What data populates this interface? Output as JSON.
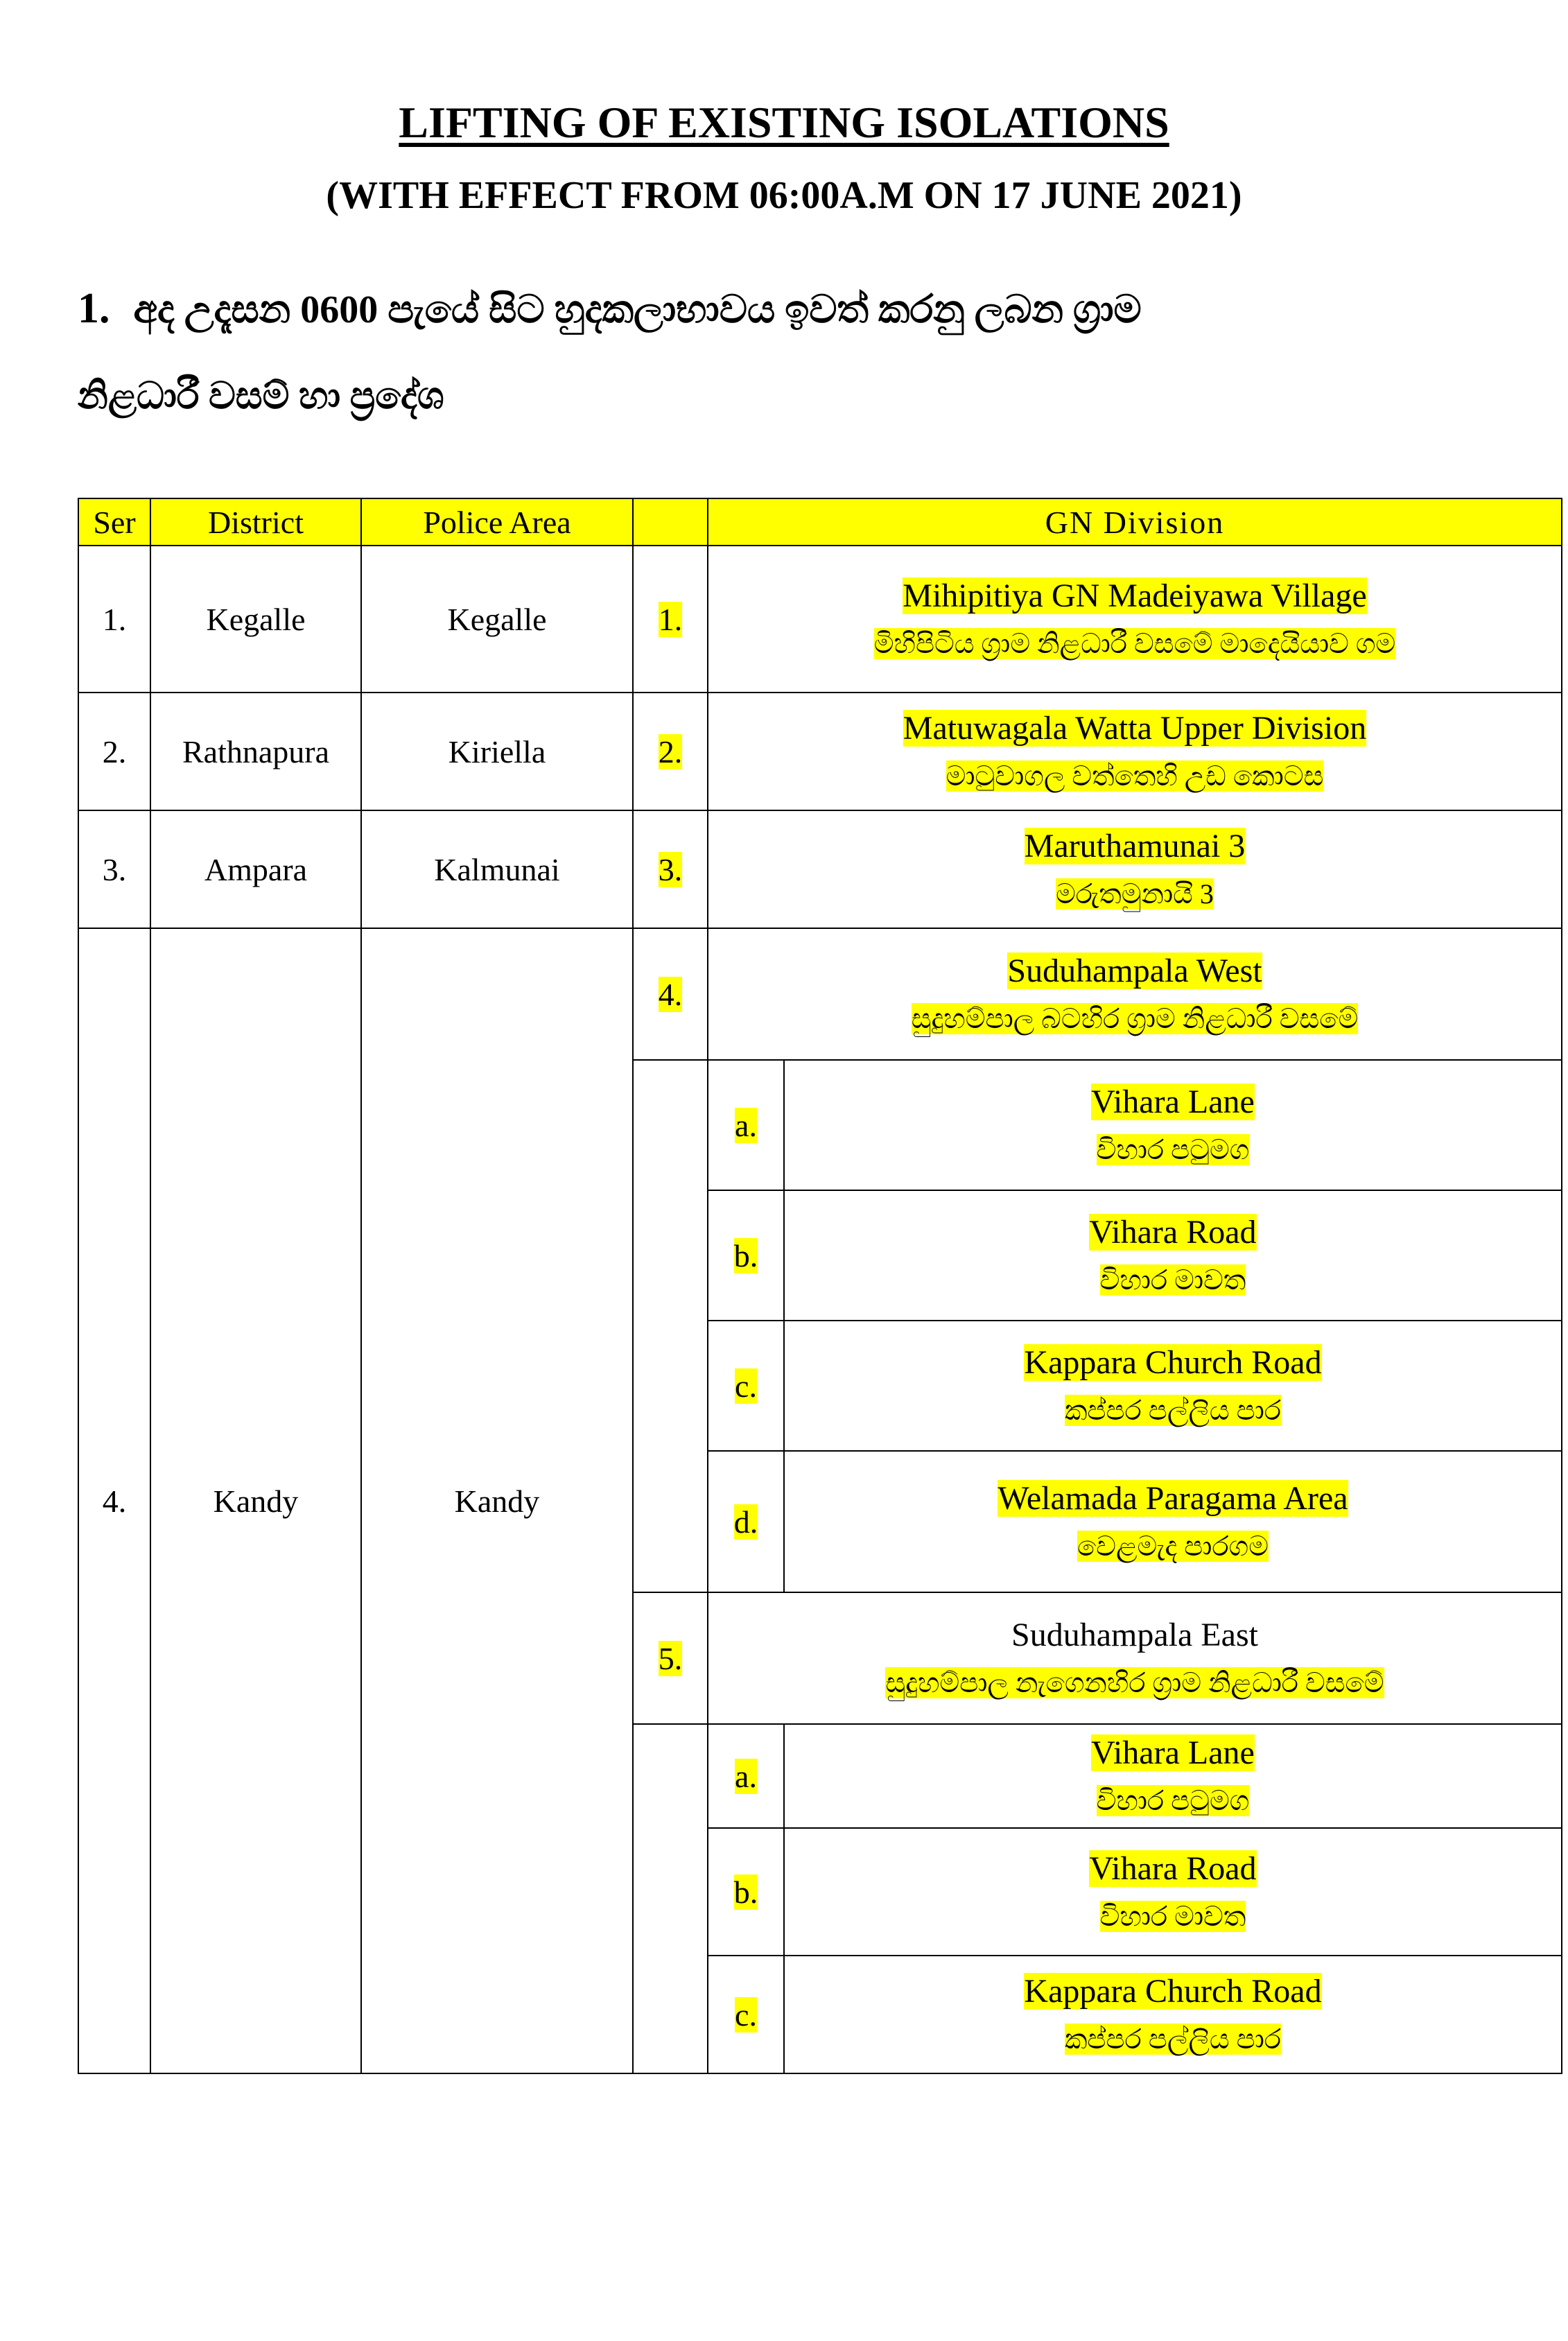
{
  "header": {
    "title": "LIFTING OF EXISTING ISOLATIONS",
    "subtitle": "(WITH EFFECT FROM 06:00A.M ON 17 JUNE 2021)"
  },
  "intro": {
    "number": "1.",
    "line1": "අද උදෑසන 0600 පැයේ සිට හුදකලාභාවය ඉවත් කරනු ලබන ග්‍රාම",
    "line2": "නිළධාරී වසම් හා ප්‍රදේශ"
  },
  "table": {
    "headers": {
      "ser": "Ser",
      "district": "District",
      "police": "Police Area",
      "blank": "",
      "gn": "GN Division"
    },
    "rows": [
      {
        "ser": "1.",
        "district": "Kegalle",
        "police": "Kegalle",
        "num": "1.",
        "gn_en": "Mihipitiya GN Madeiyawa Village",
        "gn_si": "මිහිපිටිය ග්‍රාම නිළධාරී වසමේ මාදෙයියාව ගම"
      },
      {
        "ser": "2.",
        "district": "Rathnapura",
        "police": "Kiriella",
        "num": "2.",
        "gn_en": "Matuwagala Watta Upper Division",
        "gn_si": "මාටුවාගල වත්තෙහි උඩ කොටස"
      },
      {
        "ser": "3.",
        "district": "Ampara",
        "police": "Kalmunai",
        "num": "3.",
        "gn_en": "Maruthamunai 3",
        "gn_si": "මරුතමුනායි 3"
      },
      {
        "ser": "4.",
        "district": "Kandy",
        "police": "Kandy",
        "divisions": [
          {
            "num": "4.",
            "gn_en": "Suduhampala West",
            "gn_si": "සුදුහම්පාල බටහිර ග්‍රාම නිළධාරී වසමේ",
            "sub": [
              {
                "letter": "a.",
                "en": "Vihara Lane",
                "si": "විහාර පටුමග"
              },
              {
                "letter": "b.",
                "en": "Vihara Road",
                "si": "විහාර මාවත"
              },
              {
                "letter": "c.",
                "en": "Kappara Church Road",
                "si": "කප්පර පල්ලිය පාර"
              },
              {
                "letter": "d.",
                "en": "Welamada Paragama Area",
                "si": "වෙළමැද පාරගම"
              }
            ]
          },
          {
            "num": "5.",
            "gn_en": "Suduhampala East",
            "gn_si": "සුදුහම්පාල නැගෙනහිර ග්‍රාම නිළධාරී වසමේ",
            "sub": [
              {
                "letter": "a.",
                "en": "Vihara Lane",
                "si": "විහාර පටුමග"
              },
              {
                "letter": "b.",
                "en": "Vihara Road",
                "si": "විහාර මාවත"
              },
              {
                "letter": "c.",
                "en": "Kappara Church Road",
                "si": "කප්පර පල්ලිය පාර"
              }
            ]
          }
        ]
      }
    ]
  }
}
